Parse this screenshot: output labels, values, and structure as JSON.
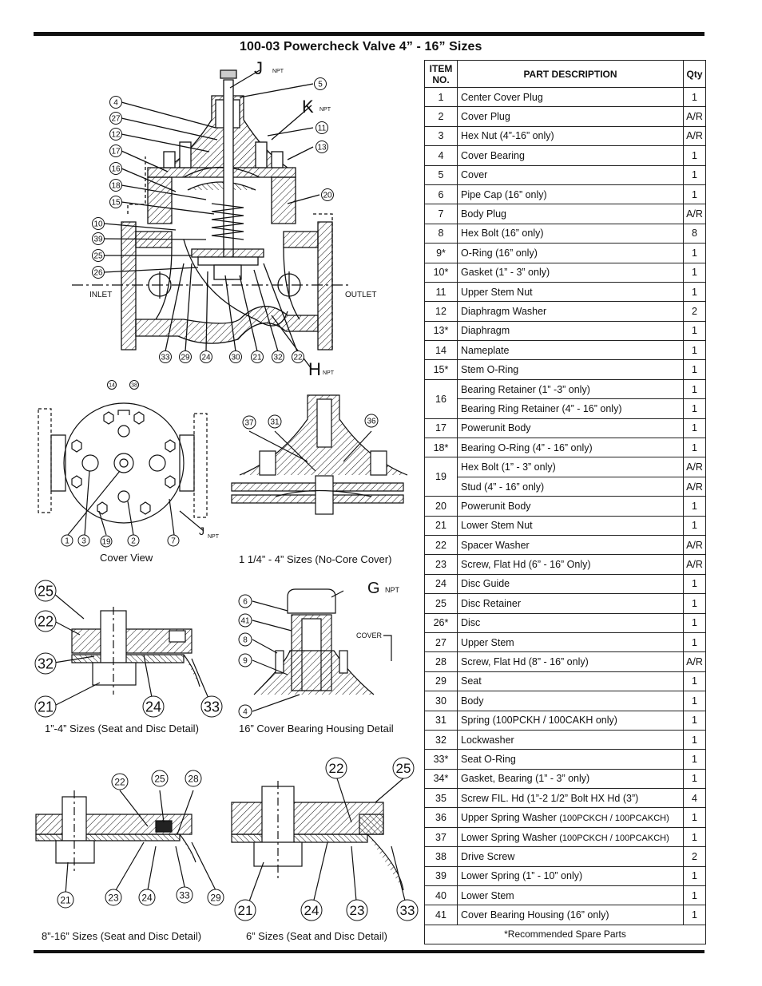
{
  "title": "100-03 Powercheck Valve 4” - 16” Sizes",
  "table": {
    "headers": {
      "item_no": "ITEM NO.",
      "description": "PART DESCRIPTION",
      "qty": "Qty"
    },
    "rows": [
      {
        "no": "1",
        "desc": "Center Cover Plug",
        "qty": "1"
      },
      {
        "no": "2",
        "desc": "Cover Plug",
        "qty": "A/R"
      },
      {
        "no": "3",
        "desc": "Hex Nut (4”-16” only)",
        "qty": "A/R"
      },
      {
        "no": "4",
        "desc": "Cover Bearing",
        "qty": "1"
      },
      {
        "no": "5",
        "desc": "Cover",
        "qty": "1"
      },
      {
        "no": "6",
        "desc": "Pipe Cap (16” only)",
        "qty": "1"
      },
      {
        "no": "7",
        "desc": "Body Plug",
        "qty": "A/R"
      },
      {
        "no": "8",
        "desc": "Hex Bolt (16” only)",
        "qty": "8"
      },
      {
        "no": "9*",
        "desc": "O-Ring (16” only)",
        "qty": "1"
      },
      {
        "no": "10*",
        "desc": "Gasket (1” - 3” only)",
        "qty": "1"
      },
      {
        "no": "11",
        "desc": "Upper Stem Nut",
        "qty": "1"
      },
      {
        "no": "12",
        "desc": "Diaphragm Washer",
        "qty": "2"
      },
      {
        "no": "13*",
        "desc": "Diaphragm",
        "qty": "1"
      },
      {
        "no": "14",
        "desc": "Nameplate",
        "qty": "1"
      },
      {
        "no": "15*",
        "desc": "Stem O-Ring",
        "qty": "1"
      },
      {
        "no": "16",
        "desc": "Bearing Retainer (1” -3” only)",
        "qty": "1"
      },
      {
        "no": "",
        "desc": "Bearing Ring Retainer (4” - 16” only)",
        "qty": "1"
      },
      {
        "no": "17",
        "desc": "Powerunit Body",
        "qty": "1"
      },
      {
        "no": "18*",
        "desc": "Bearing O-Ring (4” - 16” only)",
        "qty": "1"
      },
      {
        "no": "19",
        "desc": "Hex Bolt (1” - 3” only)",
        "qty": "A/R"
      },
      {
        "no": "",
        "desc": "Stud (4” - 16” only)",
        "qty": "A/R"
      },
      {
        "no": "20",
        "desc": "Powerunit Body",
        "qty": "1"
      },
      {
        "no": "21",
        "desc": "Lower Stem Nut",
        "qty": "1"
      },
      {
        "no": "22",
        "desc": "Spacer Washer",
        "qty": "A/R"
      },
      {
        "no": "23",
        "desc": "Screw, Flat Hd (6” - 16” Only)",
        "qty": "A/R"
      },
      {
        "no": "24",
        "desc": "Disc Guide",
        "qty": "1"
      },
      {
        "no": "25",
        "desc": "Disc Retainer",
        "qty": "1"
      },
      {
        "no": "26*",
        "desc": "Disc",
        "qty": "1"
      },
      {
        "no": "27",
        "desc": "Upper Stem",
        "qty": "1"
      },
      {
        "no": "28",
        "desc": "Screw, Flat Hd (8” - 16” only)",
        "qty": "A/R"
      },
      {
        "no": "29",
        "desc": "Seat",
        "qty": "1"
      },
      {
        "no": "30",
        "desc": "Body",
        "qty": "1"
      },
      {
        "no": "31",
        "desc": "Spring (100PCKH / 100CAKH only)",
        "qty": "1"
      },
      {
        "no": "32",
        "desc": "Lockwasher",
        "qty": "1"
      },
      {
        "no": "33*",
        "desc": "Seat O-Ring",
        "qty": "1"
      },
      {
        "no": "34*",
        "desc": "Gasket, Bearing (1” - 3” only)",
        "qty": "1"
      },
      {
        "no": "35",
        "desc": "Screw FIL. Hd (1”-2 1/2” Bolt HX Hd (3”)",
        "qty": "4"
      },
      {
        "no": "36",
        "desc": "Upper Spring Washer",
        "desc_small": "(100PCKCH / 100PCAKCH)",
        "qty": "1"
      },
      {
        "no": "37",
        "desc": "Lower Spring Washer",
        "desc_small": "(100PCKCH / 100PCAKCH)",
        "qty": "1"
      },
      {
        "no": "38",
        "desc": "Drive Screw",
        "qty": "2"
      },
      {
        "no": "39",
        "desc": "Lower Spring (1” - 10” only)",
        "qty": "1"
      },
      {
        "no": "40",
        "desc": "Lower Stem",
        "qty": "1"
      },
      {
        "no": "41",
        "desc": "Cover Bearing Housing (16” only)",
        "qty": "1"
      }
    ],
    "footnote": "*Recommended Spare Parts"
  },
  "captions": {
    "cover_view": "Cover View",
    "no_core": "1 1/4” - 4” Sizes (No-Core Cover)",
    "seat_1_4": "1”-4” Sizes (Seat and Disc Detail)",
    "bearing_16": "16” Cover Bearing Housing Detail",
    "seat_8_16": "8”-16” Sizes (Seat and Disc Detail)",
    "seat_6": "6” Sizes (Seat and Disc Detail)"
  },
  "labels": {
    "inlet": "INLET",
    "outlet": "OUTLET",
    "cover": "COVER",
    "npt": "NPT",
    "port_j": "J",
    "port_k": "K",
    "port_h": "H",
    "port_g": "G"
  },
  "callouts": {
    "main_left": [
      "4",
      "27",
      "12",
      "17",
      "16",
      "18",
      "15",
      "10",
      "39",
      "25",
      "26"
    ],
    "main_right": [
      "5",
      "11",
      "13",
      "20"
    ],
    "main_bottom": [
      "33",
      "29",
      "24",
      "30",
      "21",
      "32",
      "22"
    ],
    "cover_top": [
      "14",
      "38"
    ],
    "cover_bottom": [
      "1",
      "3",
      "19",
      "2",
      "7"
    ],
    "nocore": [
      "37",
      "31",
      "36"
    ],
    "seat14_left": [
      "25",
      "22",
      "32",
      "21"
    ],
    "seat14_bottom": [
      "24",
      "33"
    ],
    "bearing16": [
      "6",
      "41",
      "8",
      "9",
      "4"
    ],
    "seat816_top": [
      "22",
      "25",
      "28"
    ],
    "seat816_bottom": [
      "21",
      "23",
      "24",
      "33",
      "29"
    ],
    "seat6_top": [
      "22",
      "25"
    ],
    "seat6_bottom": [
      "21",
      "24",
      "23",
      "33"
    ]
  }
}
